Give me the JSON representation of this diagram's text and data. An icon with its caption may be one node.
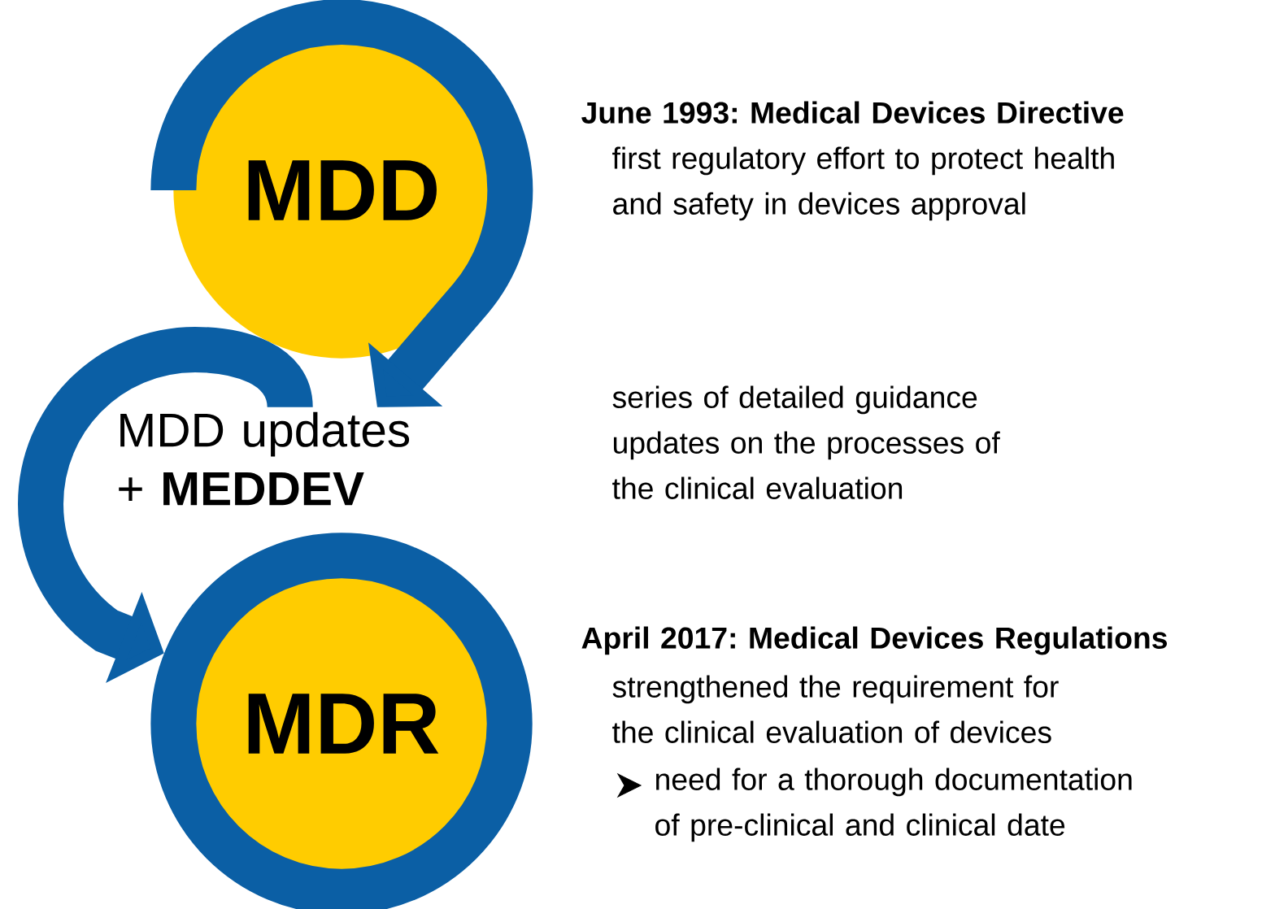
{
  "diagram": {
    "nodes": [
      {
        "text": [
          "MDD"
        ],
        "beside": [
          "June 1993: Medical Devices Directive",
          "first regulatory effort to protect health and safety in devices approval"
        ]
      },
      {
        "text": [
          "MDD updates + **MEDDEV**"
        ]
      },
      {
        "text": [
          "MDR"
        ],
        "beside": [
          "April 2017: Medical Devices Regulations",
          "strengthened the requirement for the clinical evaluation of devices",
          "need for a thorough documentation of pre-clinical and clinical date"
        ]
      }
    ],
    "edges": [
      {
        "from": 0,
        "to": 1,
        "arrow": "to"
      },
      {
        "from": 1,
        "to": 2,
        "arrow": "to"
      }
    ],
    "labels": [
      "series of detailed guidance updates on the processes of the clinical evaluation"
    ]
  }
}
